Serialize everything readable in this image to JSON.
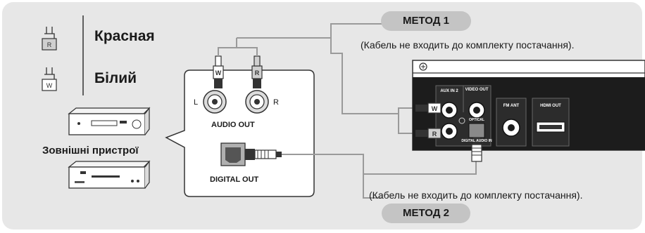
{
  "legend": {
    "red_plug_letter": "R",
    "red_label": "Красная",
    "white_plug_letter": "W",
    "white_label": "Білий"
  },
  "external_devices_label": "Зовнішні пристрої",
  "method1": {
    "label": "МЕТОД 1",
    "note": "(Кабель не входить до комплекту постачання)."
  },
  "method2": {
    "label": "МЕТОД 2",
    "note": "(Кабель не входить до комплекту постачання)."
  },
  "device_panel": {
    "audio_out": "AUDIO OUT",
    "digital_out": "DIGITAL OUT",
    "left": "L",
    "right": "R"
  },
  "cable_plugs": {
    "white": "W",
    "red": "R"
  },
  "main_unit": {
    "aux_in": "AUX IN 2",
    "video_out": "VIDEO OUT",
    "optical": "OPTICAL",
    "digital_audio_in": "DIGITAL AUDIO IN",
    "fm_ant": "FM ANT",
    "hdmi_out": "HDMI OUT"
  },
  "colors": {
    "panel": "#e7e7e7",
    "pill": "#c4c4c4",
    "cable": "#9a9a9a",
    "unit": "#1c1c1c"
  }
}
